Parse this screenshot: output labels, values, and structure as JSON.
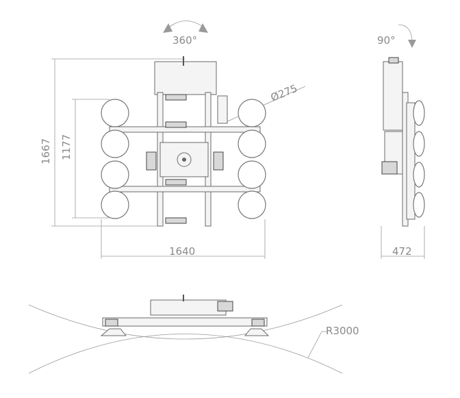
{
  "labels": {
    "rotation_top": "360°",
    "rotation_side": "90°",
    "dim_height_overall": "1667",
    "dim_height_cups": "1177",
    "dim_cup_diameter": "Ø275",
    "dim_width": "1640",
    "dim_depth": "472",
    "dim_radius": "R3000"
  },
  "colors": {
    "line": "#9a9a9a",
    "arrow": "#9a9a9a",
    "text": "#8a8a8a"
  }
}
